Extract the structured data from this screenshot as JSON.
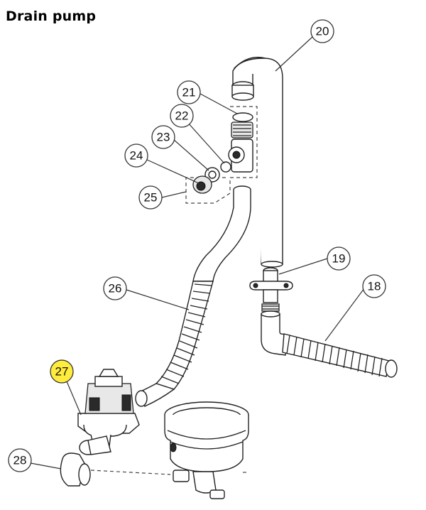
{
  "title": "Drain pump",
  "callouts": [
    {
      "num": "20",
      "highlight": false
    },
    {
      "num": "21",
      "highlight": false
    },
    {
      "num": "22",
      "highlight": false
    },
    {
      "num": "23",
      "highlight": false
    },
    {
      "num": "24",
      "highlight": false
    },
    {
      "num": "25",
      "highlight": false
    },
    {
      "num": "19",
      "highlight": false
    },
    {
      "num": "26",
      "highlight": false
    },
    {
      "num": "18",
      "highlight": false
    },
    {
      "num": "27",
      "highlight": true,
      "color": "#ffec3d"
    },
    {
      "num": "28",
      "highlight": false
    }
  ],
  "parts": [
    {
      "id": "20",
      "name": "vent-tube-icon"
    },
    {
      "id": "21",
      "name": "check-valve-icon"
    },
    {
      "id": "22",
      "name": "o-ring-icon"
    },
    {
      "id": "23",
      "name": "flapper-icon"
    },
    {
      "id": "24",
      "name": "valve-cap-icon"
    },
    {
      "id": "25",
      "name": "valve-assembly-group-icon"
    },
    {
      "id": "19",
      "name": "hose-connector-icon"
    },
    {
      "id": "26",
      "name": "drain-hose-icon"
    },
    {
      "id": "18",
      "name": "corrugated-drain-hose-icon"
    },
    {
      "id": "27",
      "name": "drain-pump-icon"
    },
    {
      "id": "28",
      "name": "hose-elbow-icon"
    }
  ]
}
